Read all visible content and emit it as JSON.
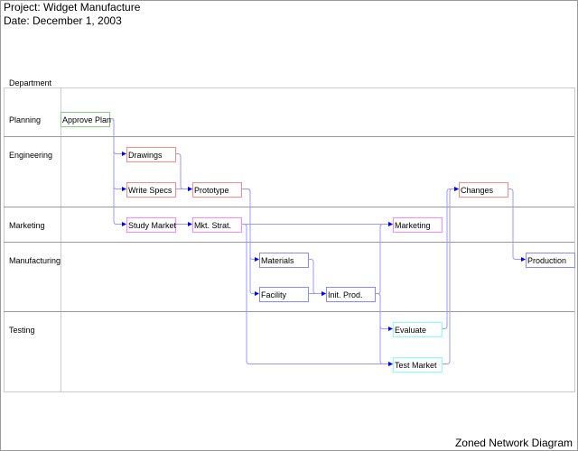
{
  "header": {
    "project": "Project: Widget Manufacture",
    "date": "Date: December 1, 2003"
  },
  "footer": "Zoned Network Diagram",
  "zone_header": "Department",
  "zones": [
    "Planning",
    "Engineering",
    "Marketing",
    "Manufacturing",
    "Testing"
  ],
  "colors": {
    "edge": "#9999ff",
    "arrow": "#0000ff",
    "Planning": "#88cc88",
    "Engineering": "#ff8888",
    "Marketing": "#ff88ff",
    "Manufacturing": "#8888ff",
    "Testing": "#88ffff"
  },
  "nodes": [
    {
      "id": "approve",
      "label": "Approve Plan",
      "zone": "Planning"
    },
    {
      "id": "drawings",
      "label": "Drawings",
      "zone": "Engineering"
    },
    {
      "id": "specs",
      "label": "Write Specs",
      "zone": "Engineering"
    },
    {
      "id": "proto",
      "label": "Prototype",
      "zone": "Engineering"
    },
    {
      "id": "study",
      "label": "Study Market",
      "zone": "Marketing"
    },
    {
      "id": "strat",
      "label": "Mkt. Strat.",
      "zone": "Marketing"
    },
    {
      "id": "materials",
      "label": "Materials",
      "zone": "Manufacturing"
    },
    {
      "id": "facility",
      "label": "Facility",
      "zone": "Manufacturing"
    },
    {
      "id": "init",
      "label": "Init. Prod.",
      "zone": "Manufacturing"
    },
    {
      "id": "marketing",
      "label": "Marketing",
      "zone": "Marketing"
    },
    {
      "id": "evaluate",
      "label": "Evaluate",
      "zone": "Testing"
    },
    {
      "id": "test",
      "label": "Test Market",
      "zone": "Testing"
    },
    {
      "id": "changes",
      "label": "Changes",
      "zone": "Engineering"
    },
    {
      "id": "production",
      "label": "Production",
      "zone": "Manufacturing"
    }
  ],
  "edges": [
    [
      "approve",
      "drawings"
    ],
    [
      "approve",
      "specs"
    ],
    [
      "approve",
      "study"
    ],
    [
      "drawings",
      "proto"
    ],
    [
      "specs",
      "proto"
    ],
    [
      "study",
      "strat"
    ],
    [
      "proto",
      "materials"
    ],
    [
      "proto",
      "facility"
    ],
    [
      "strat",
      "marketing"
    ],
    [
      "strat",
      "test"
    ],
    [
      "materials",
      "init"
    ],
    [
      "facility",
      "init"
    ],
    [
      "init",
      "marketing"
    ],
    [
      "init",
      "evaluate"
    ],
    [
      "init",
      "test"
    ],
    [
      "evaluate",
      "changes"
    ],
    [
      "test",
      "changes"
    ],
    [
      "changes",
      "production"
    ]
  ]
}
